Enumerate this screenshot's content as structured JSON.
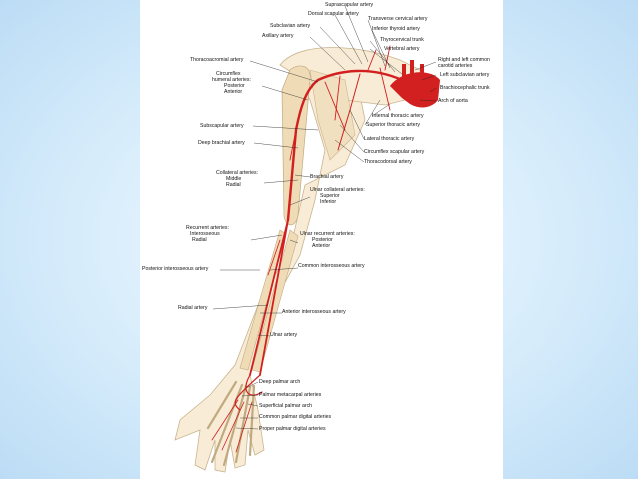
{
  "labels": {
    "suprascapular": "Suprascapular artery",
    "dorsal_scapular": "Dorsal scapular artery",
    "transverse_cervical": "Transverse cervical artery",
    "subclavian": "Subclavian artery",
    "inferior_thyroid": "Inferior thyroid artery",
    "axillary": "Axillary artery",
    "thyrocervical": "Thyrocervical trunk",
    "vertebral": "Vertebral artery",
    "thoracoacromial": "Thoracoacromial artery",
    "right_left_common_carotid_1": "Right and left common",
    "right_left_common_carotid_2": "carotid arteries",
    "left_subclavian": "Left subclavian artery",
    "circumflex_humeral_1": "Circumflex",
    "circumflex_humeral_2": "humeral arteries:",
    "circumflex_posterior": "Posterior",
    "circumflex_anterior": "Anterior",
    "brachiocephalic": "Brachiocephalic trunk",
    "arch_of_aorta": "Arch of aorta",
    "internal_thoracic": "Internal thoracic artery",
    "superior_thoracic": "Superior thoracic artery",
    "subscapular": "Subscapular artery",
    "lateral_thoracic": "Lateral thoracic artery",
    "deep_brachial": "Deep brachial artery",
    "circumflex_scapular": "Circumflex scapular artery",
    "thoracodorsal": "Thoracodorsal artery",
    "collateral_1": "Collateral arteries:",
    "collateral_middle": "Middle",
    "collateral_radial": "Radial",
    "brachial": "Brachial artery",
    "ulnar_collateral_1": "Ulnar collateral arteries:",
    "ulnar_collateral_superior": "Superior",
    "ulnar_collateral_inferior": "Inferior",
    "recurrent_1": "Recurrent arteries:",
    "recurrent_interosseous": "Interosseous",
    "recurrent_radial": "Radial",
    "ulnar_recurrent_1": "Ulnar recurrent arteries:",
    "ulnar_recurrent_posterior": "Posterior",
    "ulnar_recurrent_anterior": "Anterior",
    "common_interosseous": "Common interosseous artery",
    "posterior_interosseous": "Posterior interosseous artery",
    "radial": "Radial artery",
    "anterior_interosseous": "Anterior interosseous artery",
    "ulnar": "Ulnar artery",
    "deep_palmar_arch": "Deep palmar arch",
    "palmar_metacarpal": "Palmar metacarpal arteries",
    "superficial_palmar_arch": "Superficial palmar arch",
    "common_palmar_digital": "Common palmar digital arteries",
    "proper_palmar_digital": "Proper palmar digital arteries"
  },
  "colors": {
    "artery": "#d21f1f",
    "bone": "#f3e4c6",
    "outline": "#c9b48f",
    "leader": "#222222"
  }
}
